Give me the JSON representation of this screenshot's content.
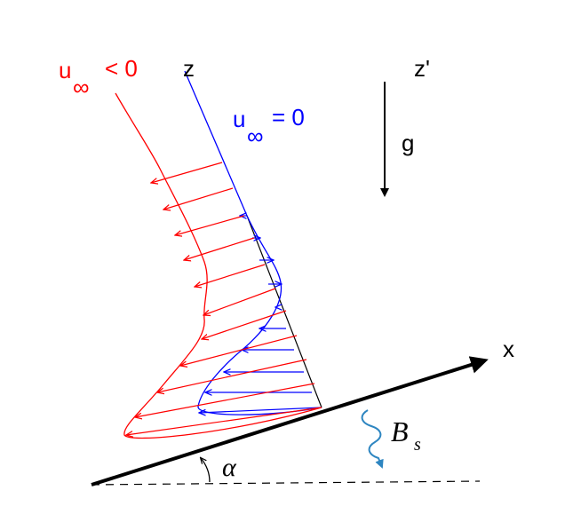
{
  "labels": {
    "u_neg_base": "u",
    "u_neg_sub": "∞",
    "u_neg_rel": "< 0",
    "u_zero_base": "u",
    "u_zero_sub": "∞",
    "u_zero_rel": "= 0",
    "z": "z",
    "z_prime": "z'",
    "g": "g",
    "x": "x",
    "alpha": "α",
    "Bs_base": "B",
    "Bs_sub": "s"
  },
  "colors": {
    "negative_profile": "#ff0000",
    "zero_profile": "#0000ff",
    "buoyancy_flux": "#2e86c1",
    "axes": "#000000",
    "background": "#ffffff"
  }
}
